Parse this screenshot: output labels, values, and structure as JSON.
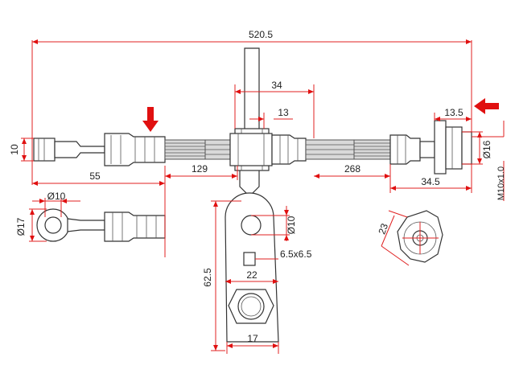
{
  "colors": {
    "dimension_line": "#e02020",
    "arrow": "#e01010",
    "part_outline": "#333333",
    "hose_fill": "#d9d9d9",
    "background": "#ffffff"
  },
  "dimensions": {
    "overall_length": "520.5",
    "bracket_width": "34",
    "bracket_offset": "13",
    "right_fitting_length": "13.5",
    "left_tube_diameter": "10",
    "left_fitting_length": "55",
    "hose_left_length": "129",
    "hose_right_length": "268",
    "right_thread_length": "34.5",
    "right_fitting_diameter": "Ø16",
    "right_thread_spec": "M10x1.0",
    "banjo_hole": "Ø10",
    "banjo_outer": "Ø17",
    "bracket_hole": "Ø10",
    "bracket_square": "6.5x6.5",
    "bracket_height": "62.5",
    "bracket_nut_width": "22",
    "bracket_base_width": "17",
    "end_view_size": "23"
  },
  "icons": {
    "left_arrow": "down-arrow-icon",
    "right_arrow": "left-arrow-icon"
  }
}
